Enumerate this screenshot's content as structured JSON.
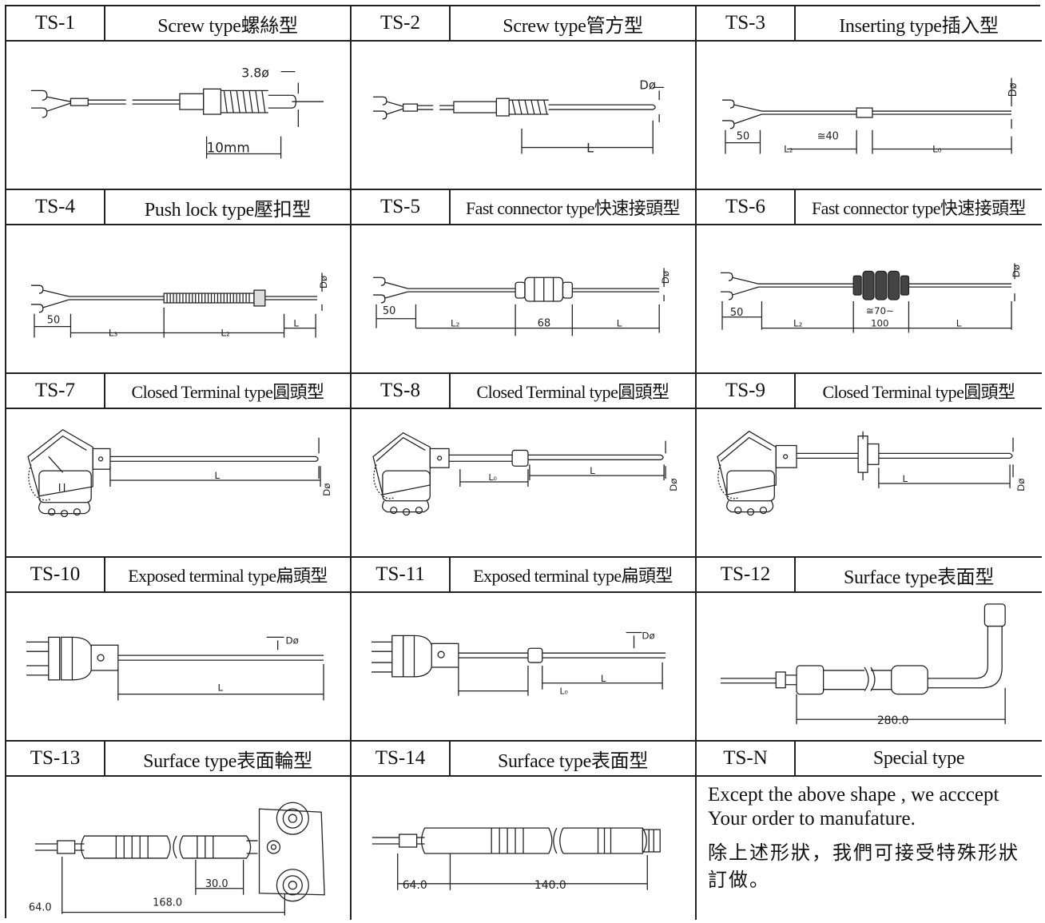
{
  "cells": [
    {
      "code": "TS-1",
      "name": "Screw type螺絲型",
      "dims": {
        "d1": "3.8ø",
        "d2": "10mm"
      }
    },
    {
      "code": "TS-2",
      "name": "Screw type管方型",
      "dims": {
        "d1": "Dø",
        "d2": "L"
      }
    },
    {
      "code": "TS-3",
      "name": "Inserting type插入型",
      "dims": {
        "d1": "Dø",
        "d2": "50",
        "d3": "≅40",
        "d4": "L₂",
        "d5": "L₀"
      }
    },
    {
      "code": "TS-4",
      "name": "Push lock type壓扣型",
      "dims": {
        "d1": "Dø",
        "d2": "50",
        "d3": "L₃",
        "d4": "L₂",
        "d5": "L"
      }
    },
    {
      "code": "TS-5",
      "name": "Fast connector type快速接頭型",
      "dims": {
        "d1": "Dø",
        "d2": "50",
        "d3": "L₂",
        "d4": "68",
        "d5": "L"
      }
    },
    {
      "code": "TS-6",
      "name": "Fast connector type快速接頭型",
      "dims": {
        "d1": "Dø",
        "d2": "50",
        "d3": "L₂",
        "d4": "≅70~",
        "d5": "100",
        "d6": "L"
      }
    },
    {
      "code": "TS-7",
      "name": "Closed Terminal type圓頭型",
      "dims": {
        "d1": "L",
        "d2": "Dø"
      }
    },
    {
      "code": "TS-8",
      "name": "Closed Terminal type圓頭型",
      "dims": {
        "d1": "L₀",
        "d2": "L",
        "d3": "Dø"
      }
    },
    {
      "code": "TS-9",
      "name": "Closed Terminal type圓頭型",
      "dims": {
        "d1": "L",
        "d2": "Dø"
      }
    },
    {
      "code": "TS-10",
      "name": "Exposed terminal type扁頭型",
      "dims": {
        "d1": "Dø",
        "d2": "L"
      }
    },
    {
      "code": "TS-11",
      "name": "Exposed terminal type扁頭型",
      "dims": {
        "d1": "Dø",
        "d2": "L₀",
        "d3": "L"
      }
    },
    {
      "code": "TS-12",
      "name": "Surface type表面型",
      "dims": {
        "d1": "280.0"
      }
    },
    {
      "code": "TS-13",
      "name": "Surface type表面輪型",
      "dims": {
        "d1": "64.0",
        "d2": "30.0",
        "d3": "168.0"
      }
    },
    {
      "code": "TS-14",
      "name": "Surface type表面型",
      "dims": {
        "d1": "64.0",
        "d2": "140.0"
      }
    },
    {
      "code": "TS-N",
      "name": "Special type",
      "text_en": "Except the above shape , we acccept Your order to manufature.",
      "text_cn": "除上述形狀，我們可接受特殊形狀訂做。"
    }
  ]
}
